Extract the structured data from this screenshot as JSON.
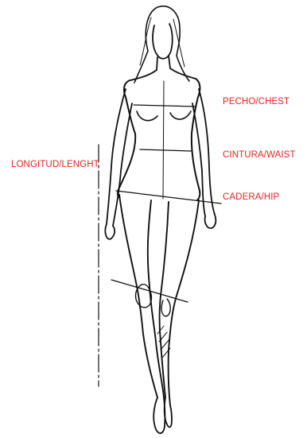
{
  "labels": {
    "chest": "PECHO/CHEST",
    "waist": "CINTURA/WAIST",
    "hip": "CADERA/HIP",
    "length": "LONGITUD/LENGHT"
  },
  "colors": {
    "label": "#e8221f",
    "ink": "#111111",
    "background": "#ffffff"
  }
}
